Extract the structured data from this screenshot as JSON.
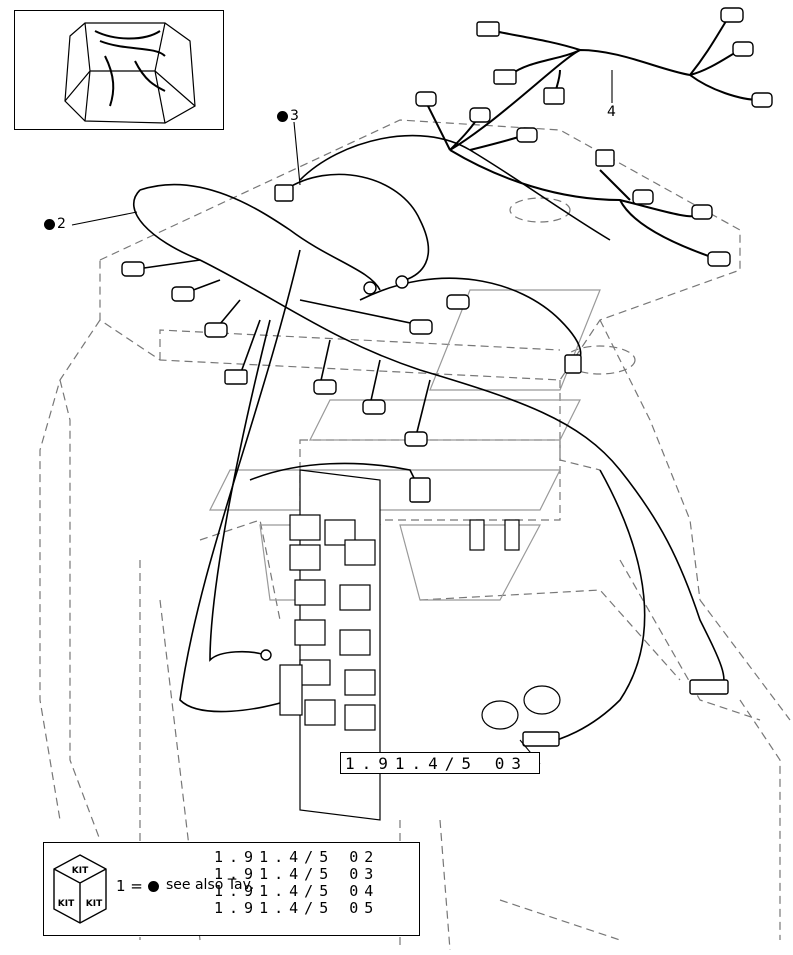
{
  "callouts": [
    {
      "id": "2",
      "label": "2",
      "has_dot": true
    },
    {
      "id": "3",
      "label": "3",
      "has_dot": true
    },
    {
      "id": "4",
      "label": "4",
      "has_dot": false
    }
  ],
  "reference_box": {
    "text": "1.91.4/5 03"
  },
  "kit_legend": {
    "cube_labels": [
      "KIT",
      "KIT",
      "KIT"
    ],
    "equation_left": "1 =",
    "see_also": "see also Tav.",
    "references": [
      "1.91.4/5 02",
      "1.91.4/5 03",
      "1.91.4/5 04",
      "1.91.4/5 05"
    ]
  }
}
